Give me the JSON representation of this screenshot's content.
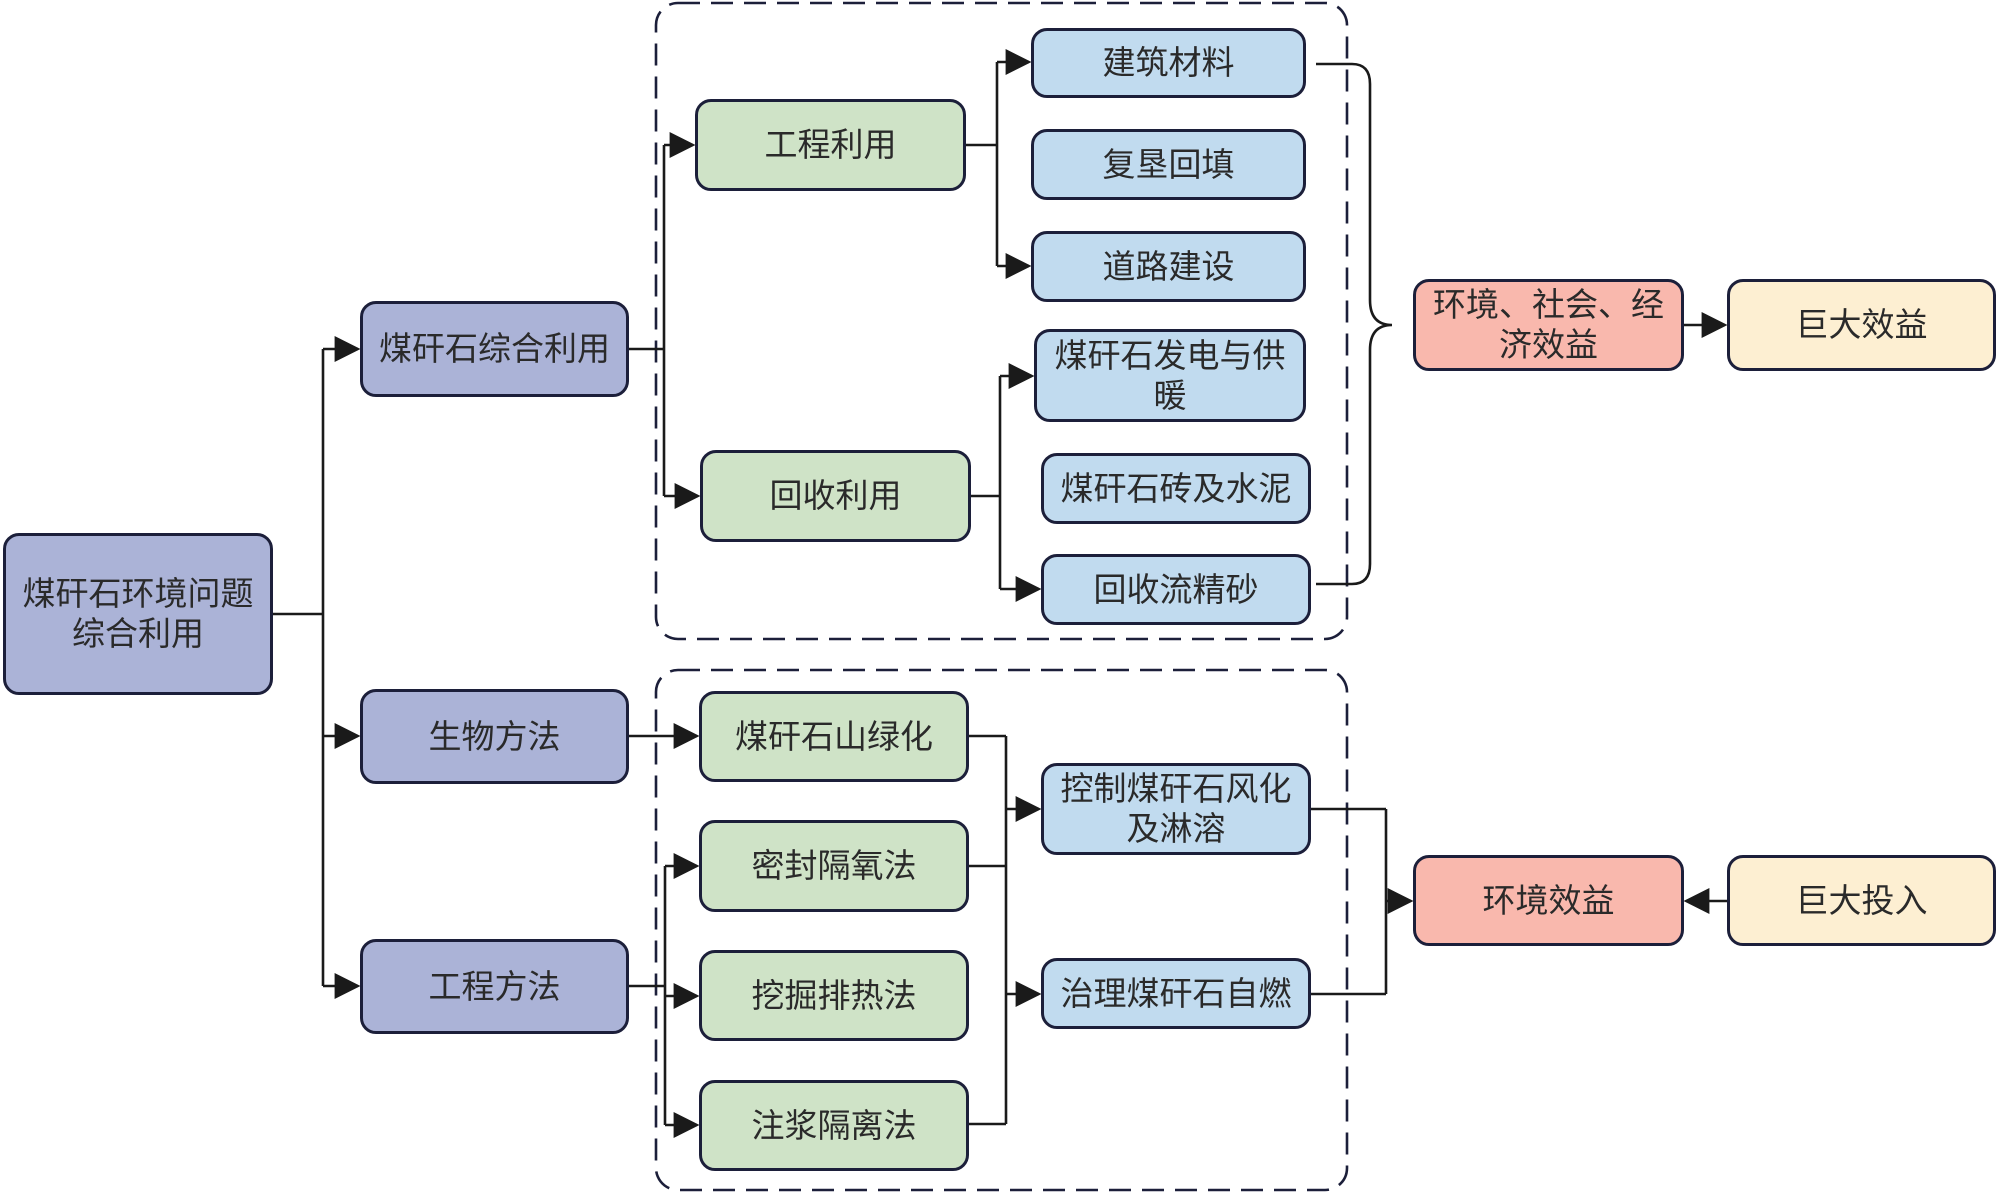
{
  "title": "煤矸石环境问题综合利用",
  "colors": {
    "level1": "#abb3d7",
    "level2": "#cfe3c7",
    "level3": "#c1dbef",
    "effect": "#f9b8ad",
    "outcome": "#fdefd2",
    "stroke": "#1c1f3a"
  },
  "nodes": {
    "root": "煤矸石环境问题综合利用",
    "comprehensive_use": "煤矸石综合利用",
    "biological_method": "生物方法",
    "engineering_method": "工程方法",
    "engineering_use": "工程利用",
    "recycling_use": "回收利用",
    "building_materials": "建筑材料",
    "reclamation_backfill": "复垦回填",
    "road_construction": "道路建设",
    "power_heating": "煤矸石发电与供暖",
    "bricks_cement": "煤矸石砖及水泥",
    "recycled_sand": "回收流精砂",
    "env_social_econ_benefit": "环境、社会、经济效益",
    "huge_benefit": "巨大效益",
    "greening": "煤矸石山绿化",
    "sealing_oxygen": "密封隔氧法",
    "excavation_heat": "挖掘排热法",
    "grouting_isolation": "注浆隔离法",
    "control_weathering": "控制煤矸石风化及淋溶",
    "treat_combustion": "治理煤矸石自燃",
    "env_benefit": "环境效益",
    "huge_investment": "巨大投入"
  },
  "edges": [
    [
      "root",
      "comprehensive_use"
    ],
    [
      "root",
      "biological_method"
    ],
    [
      "root",
      "engineering_method"
    ],
    [
      "comprehensive_use",
      "engineering_use"
    ],
    [
      "comprehensive_use",
      "recycling_use"
    ],
    [
      "engineering_use",
      "building_materials"
    ],
    [
      "engineering_use",
      "road_construction"
    ],
    [
      "recycling_use",
      "power_heating"
    ],
    [
      "recycling_use",
      "recycled_sand"
    ],
    [
      "env_social_econ_benefit",
      "huge_benefit"
    ],
    [
      "biological_method",
      "greening"
    ],
    [
      "engineering_method",
      "sealing_oxygen"
    ],
    [
      "engineering_method",
      "excavation_heat"
    ],
    [
      "engineering_method",
      "grouting_isolation"
    ],
    [
      "greening",
      "control_weathering"
    ],
    [
      "sealing_oxygen",
      "control_weathering"
    ],
    [
      "excavation_heat",
      "treat_combustion"
    ],
    [
      "grouting_isolation",
      "treat_combustion"
    ],
    [
      "control_weathering",
      "env_benefit"
    ],
    [
      "treat_combustion",
      "env_benefit"
    ],
    [
      "huge_investment",
      "env_benefit"
    ]
  ]
}
